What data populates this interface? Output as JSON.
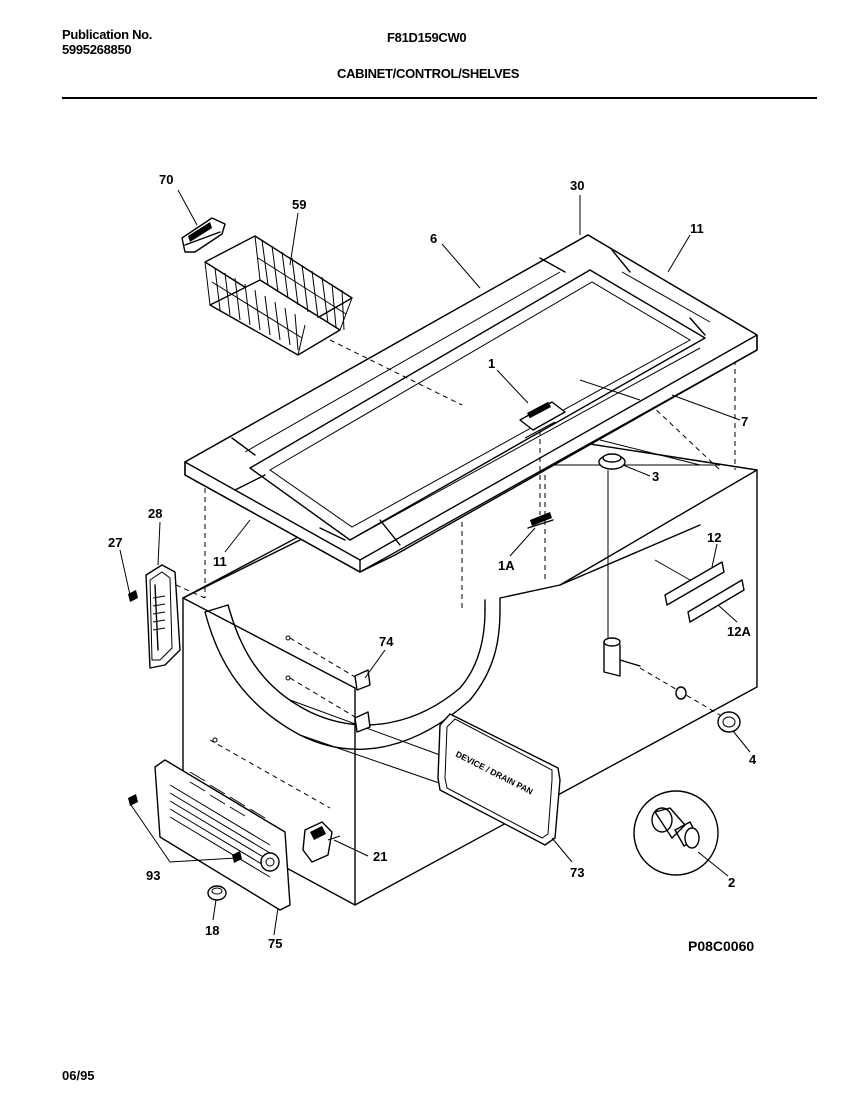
{
  "header": {
    "publication_label": "Publication No.",
    "publication_number": "5995268850",
    "model": "F81D159CW0",
    "section_title": "CABINET/CONTROL/SHELVES"
  },
  "diagram": {
    "callouts": [
      "70",
      "59",
      "30",
      "6",
      "11",
      "1",
      "7",
      "3",
      "28",
      "27",
      "11",
      "1A",
      "12",
      "12A",
      "74",
      "4",
      "21",
      "93",
      "73",
      "2",
      "18",
      "75"
    ],
    "badge_text": "DEVICE / DRAIN PAN"
  },
  "footer": {
    "reference_code": "P08C0060",
    "date": "06/95"
  }
}
